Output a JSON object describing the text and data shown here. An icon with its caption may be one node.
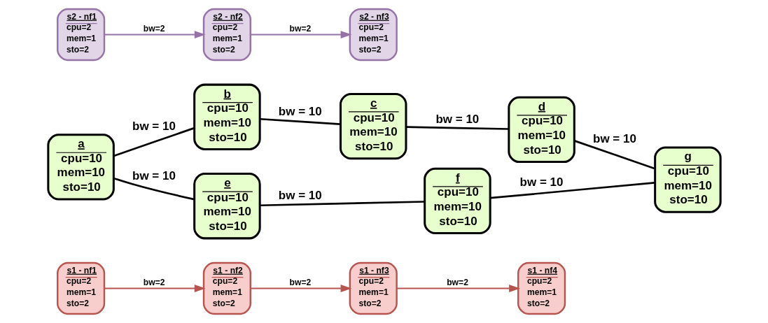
{
  "diagram": {
    "nodes": [
      {
        "text": [
          "s1 - nf1",
          "cpu=2",
          "mem=1",
          "sto=2"
        ]
      },
      {
        "text": [
          "s1 - nf2",
          "cpu=2",
          "mem=1",
          "sto=2"
        ]
      },
      {
        "text": [
          "s1 - nf3",
          "cpu=2",
          "mem=1",
          "sto=2"
        ]
      },
      {
        "text": [
          "a",
          "cpu=10",
          "mem=10",
          "sto=10"
        ]
      },
      {
        "text": [
          "b",
          "cpu=10",
          "mem=10",
          "sto=10"
        ]
      },
      {
        "text": [
          "c",
          "cpu=10",
          "mem=10",
          "sto=10"
        ]
      },
      {
        "text": [
          "d",
          "cpu=10",
          "mem=10",
          "sto=10"
        ]
      },
      {
        "text": [
          "s2 - nf1",
          "cpu=2",
          "mem=1",
          "sto=2"
        ]
      },
      {
        "text": [
          "s1 - nf4",
          "cpu=2",
          "mem=1",
          "sto=2"
        ]
      },
      {
        "text": [
          "e",
          "cpu=10",
          "mem=10",
          "sto=10"
        ]
      },
      {
        "text": [
          "f",
          "cpu=10",
          "mem=10",
          "sto=10"
        ]
      },
      {
        "text": [
          "g",
          "cpu=10",
          "mem=10",
          "sto=10"
        ]
      },
      {
        "text": [
          "s2 - nf2",
          "cpu=2",
          "mem=1",
          "sto=2"
        ]
      },
      {
        "text": [
          "s2 - nf3",
          "cpu=2",
          "mem=1",
          "sto=2"
        ]
      }
    ],
    "edges": [
      {
        "from": 0,
        "to": 1,
        "arrow": "to",
        "label": "bw=2",
        "color": "#b85450"
      },
      {
        "from": 1,
        "to": 2,
        "arrow": "to",
        "label": "bw=2",
        "color": "#b85450"
      },
      {
        "from": 2,
        "to": 8,
        "arrow": "to",
        "label": "bw=2",
        "color": "#b85450"
      },
      {
        "from": 3,
        "to": 4,
        "arrow": "none",
        "label": "bw = 10"
      },
      {
        "from": 4,
        "to": 5,
        "arrow": "none",
        "label": "bw = 10"
      },
      {
        "from": 5,
        "to": 6,
        "arrow": "none",
        "label": "bw = 10"
      },
      {
        "from": 6,
        "to": 11,
        "arrow": "none",
        "label": "bw = 10"
      },
      {
        "from": 3,
        "to": 9,
        "arrow": "none",
        "label": "bw = 10"
      },
      {
        "from": 9,
        "to": 10,
        "arrow": "none",
        "label": "bw = 10"
      },
      {
        "from": 10,
        "to": 11,
        "arrow": "none",
        "label": "bw = 10"
      },
      {
        "from": 7,
        "to": 12,
        "arrow": "to",
        "label": "bw=2",
        "color": "#9673a6"
      },
      {
        "from": 12,
        "to": 13,
        "arrow": "to",
        "label": "bw=2",
        "color": "#9673a6"
      }
    ]
  }
}
